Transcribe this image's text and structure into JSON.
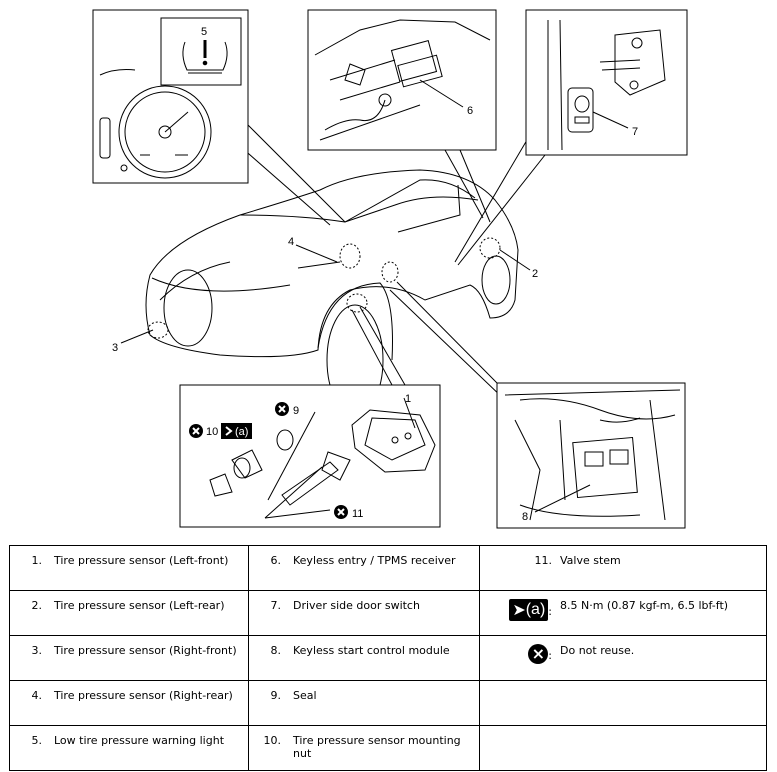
{
  "callouts": [
    "1",
    "2",
    "3",
    "4",
    "5",
    "6",
    "7",
    "8",
    "9",
    "10",
    "11"
  ],
  "torque_symbol_text": "(a)",
  "legend": [
    [
      {
        "num": "1.",
        "text": "Tire pressure sensor (Left-front)"
      },
      {
        "num": "6.",
        "text": "Keyless entry / TPMS receiver"
      },
      {
        "num": "11.",
        "text": "Valve stem"
      }
    ],
    [
      {
        "num": "2.",
        "text": "Tire pressure sensor (Left-rear)"
      },
      {
        "num": "7.",
        "text": "Driver side door switch"
      },
      {
        "sym": "torque-icon",
        "text": "8.5 N·m (0.87 kgf-m, 6.5 lbf-ft)"
      }
    ],
    [
      {
        "num": "3.",
        "text": "Tire pressure sensor (Right-front)"
      },
      {
        "num": "8.",
        "text": "Keyless start control module"
      },
      {
        "sym": "do-not-reuse-icon",
        "text": "Do not reuse."
      }
    ],
    [
      {
        "num": "4.",
        "text": "Tire pressure sensor (Right-rear)"
      },
      {
        "num": "9.",
        "text": "Seal"
      },
      {
        "text": ""
      }
    ],
    [
      {
        "num": "5.",
        "text": "Low tire pressure warning light"
      },
      {
        "num": "10.",
        "text": "Tire pressure sensor mounting nut"
      },
      {
        "text": ""
      }
    ]
  ]
}
